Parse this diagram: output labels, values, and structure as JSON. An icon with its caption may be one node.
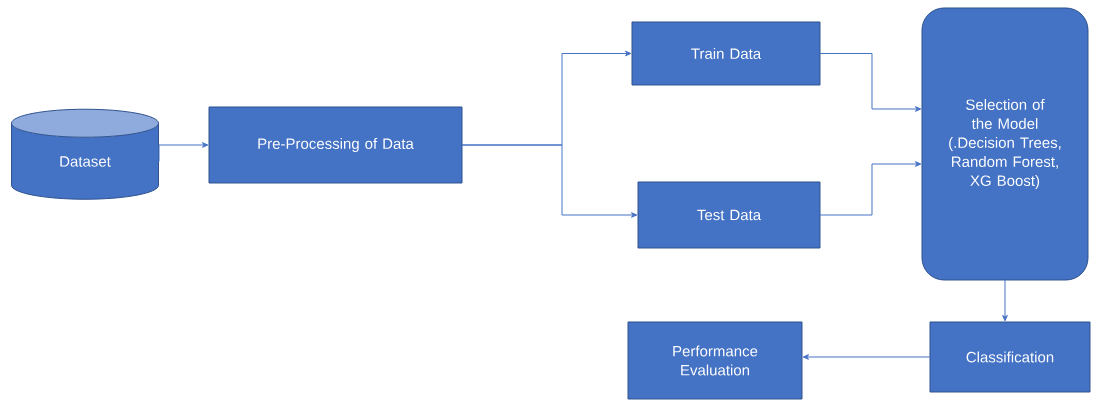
{
  "diagram": {
    "nodes": [
      {
        "text": [
          "Dataset"
        ]
      },
      {
        "text": [
          "Pre-Processing of Data"
        ]
      },
      {
        "text": [
          "Train Data"
        ]
      },
      {
        "text": [
          "Test Data"
        ]
      },
      {
        "text": [
          "Selection of the Model (.Decision Trees, Random Forest, XG Boost)"
        ]
      },
      {
        "text": [
          "Classification"
        ]
      },
      {
        "text": [
          "Performance Evaluation"
        ]
      }
    ],
    "edges": [
      {
        "from": 0,
        "to": 1,
        "arrow": "to"
      },
      {
        "from": 1,
        "to": 2,
        "arrow": "to"
      },
      {
        "from": 1,
        "to": 3,
        "arrow": "to"
      },
      {
        "from": 2,
        "to": 4,
        "arrow": "to"
      },
      {
        "from": 3,
        "to": 4,
        "arrow": "to"
      },
      {
        "from": 4,
        "to": 5,
        "arrow": "to"
      },
      {
        "from": 5,
        "to": 6,
        "arrow": "to"
      }
    ]
  }
}
